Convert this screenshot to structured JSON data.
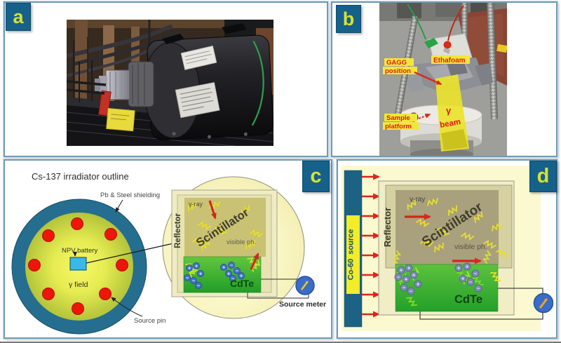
{
  "colors": {
    "panel_border": "#6f9bb3",
    "tag_box": "#15618a",
    "tag_letter": "#d9e12f",
    "shield_teal": "#256e90",
    "source_pin_red": "#ee1509",
    "battery_cyan": "#39b9e9",
    "gamma_field_yellow": "#f6f766",
    "detector_glow": "#fbf8cc",
    "scintillator_tan": "#c9c173",
    "cdte_green": "#3cb437",
    "arrow_red": "#d3261a",
    "annotation_highlight": "#f1e73b",
    "annotation_red": "#de1d1d",
    "meter_blue": "#3a6cc8"
  },
  "symbols": {
    "plus": "+",
    "minus": "−"
  },
  "panels": {
    "a": {
      "tag": "a"
    },
    "b": {
      "tag": "b",
      "gagg_line1": "GAGG",
      "gagg_line2": "position",
      "ethafoam": "Ethafoam",
      "sample_line1": "Sample",
      "sample_line2": "platform",
      "beam_line1": "γ",
      "beam_line2": "beam"
    },
    "c": {
      "tag": "c",
      "title": "Cs-137 irradiator outline",
      "shielding": "Pb & Steel shielding",
      "battery": "NPV battery",
      "field": "γ field",
      "source_pin": "Source pin",
      "source_pin_count": 8,
      "gamma_ray": "γ-ray",
      "reflector": "Reflector",
      "scintillator": "Scintillator",
      "visible_ph": "visible ph.",
      "cdte": "CdTe",
      "source_meter": "Source meter"
    },
    "d": {
      "tag": "d",
      "source": "Co-60  source",
      "gamma_arrow_count": 8,
      "gamma_ray": "γ-ray",
      "reflector": "Reflector",
      "scintillator": "Scintillator",
      "visible_ph": "visible ph.",
      "cdte": "CdTe"
    }
  }
}
